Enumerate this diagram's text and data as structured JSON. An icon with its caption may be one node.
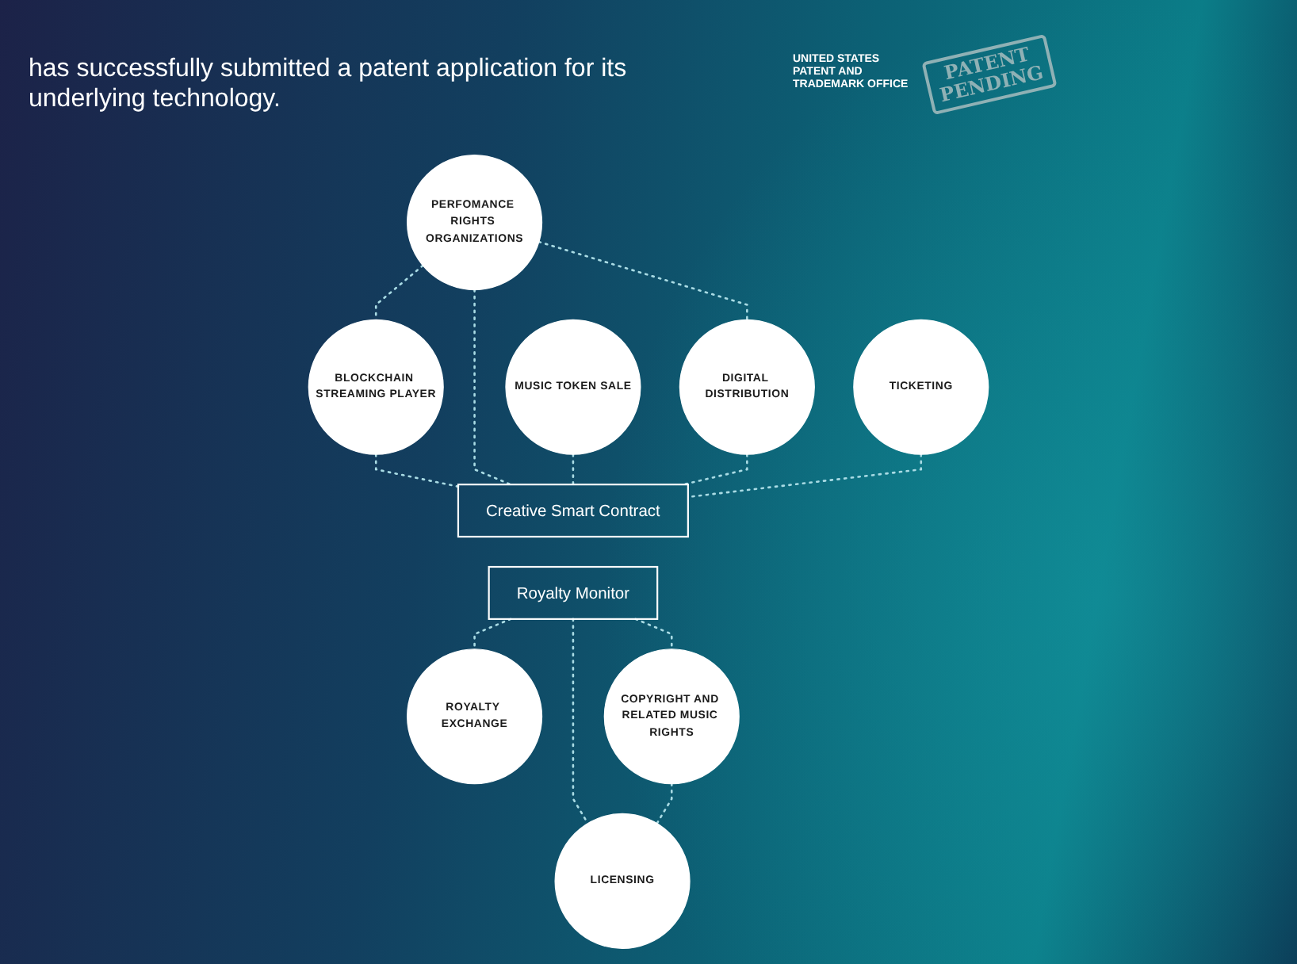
{
  "diagram": {
    "title": "has successfully submitted a patent application for its underlying technology.",
    "nodes": [
      {
        "text": [
          "BLOCKCHAIN STREAMING PLAYER"
        ]
      },
      {
        "text": [
          "PERFOMANCE RIGHTS ORGANIZATIONS"
        ]
      },
      {
        "text": [
          "MUSIC TOKEN SALE"
        ]
      },
      {
        "text": [
          "Creative Smart Contract"
        ]
      },
      {
        "text": [
          "DIGITAL DISTRIBUTION"
        ]
      },
      {
        "text": [
          "TICKETING"
        ]
      },
      {
        "text": [
          "Royalty Monitor"
        ]
      },
      {
        "text": [
          "ROYALTY EXCHANGE"
        ]
      },
      {
        "text": [
          "COPYRIGHT AND RELATED MUSIC RIGHTS"
        ]
      },
      {
        "text": [
          "LICENSING"
        ]
      }
    ],
    "edges": [
      {
        "from": 1,
        "to": 0,
        "arrow": "none",
        "style": "dashed"
      },
      {
        "from": 0,
        "to": 3,
        "arrow": "none",
        "style": "dashed"
      },
      {
        "from": 1,
        "to": 3,
        "arrow": "none",
        "style": "dashed"
      },
      {
        "from": 2,
        "to": 3,
        "arrow": "none",
        "style": "dashed"
      },
      {
        "from": 1,
        "to": 4,
        "arrow": "none",
        "style": "dashed"
      },
      {
        "from": 4,
        "to": 3,
        "arrow": "none",
        "style": "dashed"
      },
      {
        "from": 5,
        "to": 3,
        "arrow": "none",
        "style": "dashed"
      },
      {
        "from": 6,
        "to": 7,
        "arrow": "none",
        "style": "dashed"
      },
      {
        "from": 6,
        "to": 9,
        "arrow": "none",
        "style": "dashed"
      },
      {
        "from": 6,
        "to": 8,
        "arrow": "none",
        "style": "dashed"
      },
      {
        "from": 8,
        "to": 9,
        "arrow": "none",
        "style": "dashed"
      }
    ],
    "labels": [
      "UNITED STATES PATENT AND TRADEMARK OFFICE",
      "PATENT PENDING"
    ]
  }
}
